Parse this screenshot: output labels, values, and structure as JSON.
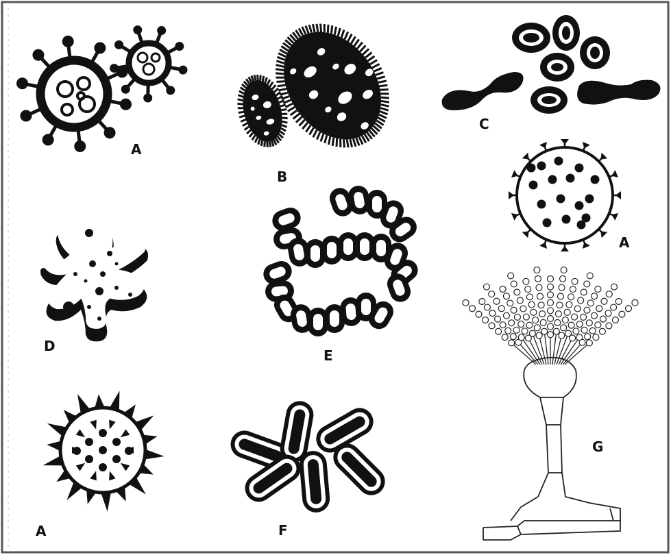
{
  "labels": {
    "virus_1": "A",
    "ciliate": "B",
    "diplococci": "C",
    "virus_2": "A",
    "amoeba": "D",
    "streptococci": "E",
    "spiked_virus": "A",
    "bacilli": "F",
    "aspergillus": "G"
  },
  "colors": {
    "ink": "#111111",
    "paper": "#ffffff",
    "border": "#555555"
  }
}
